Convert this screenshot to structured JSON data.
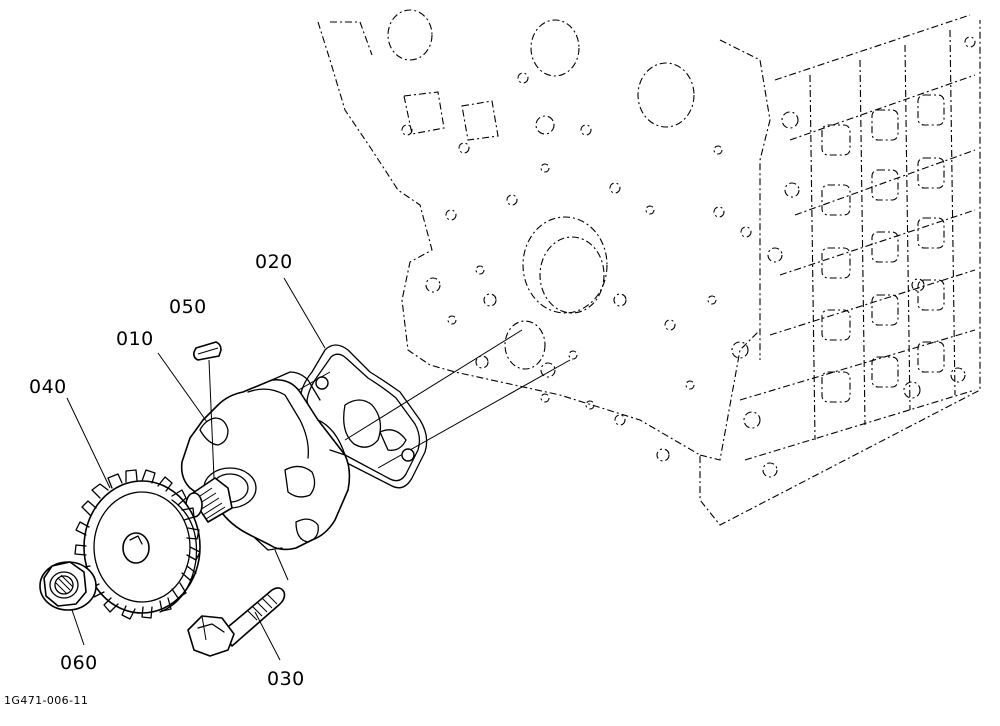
{
  "callouts": {
    "c010": "010",
    "c020": "020",
    "c030": "030",
    "c040": "040",
    "c050": "050",
    "c060": "060"
  },
  "figure_code": "1G471-006-11"
}
